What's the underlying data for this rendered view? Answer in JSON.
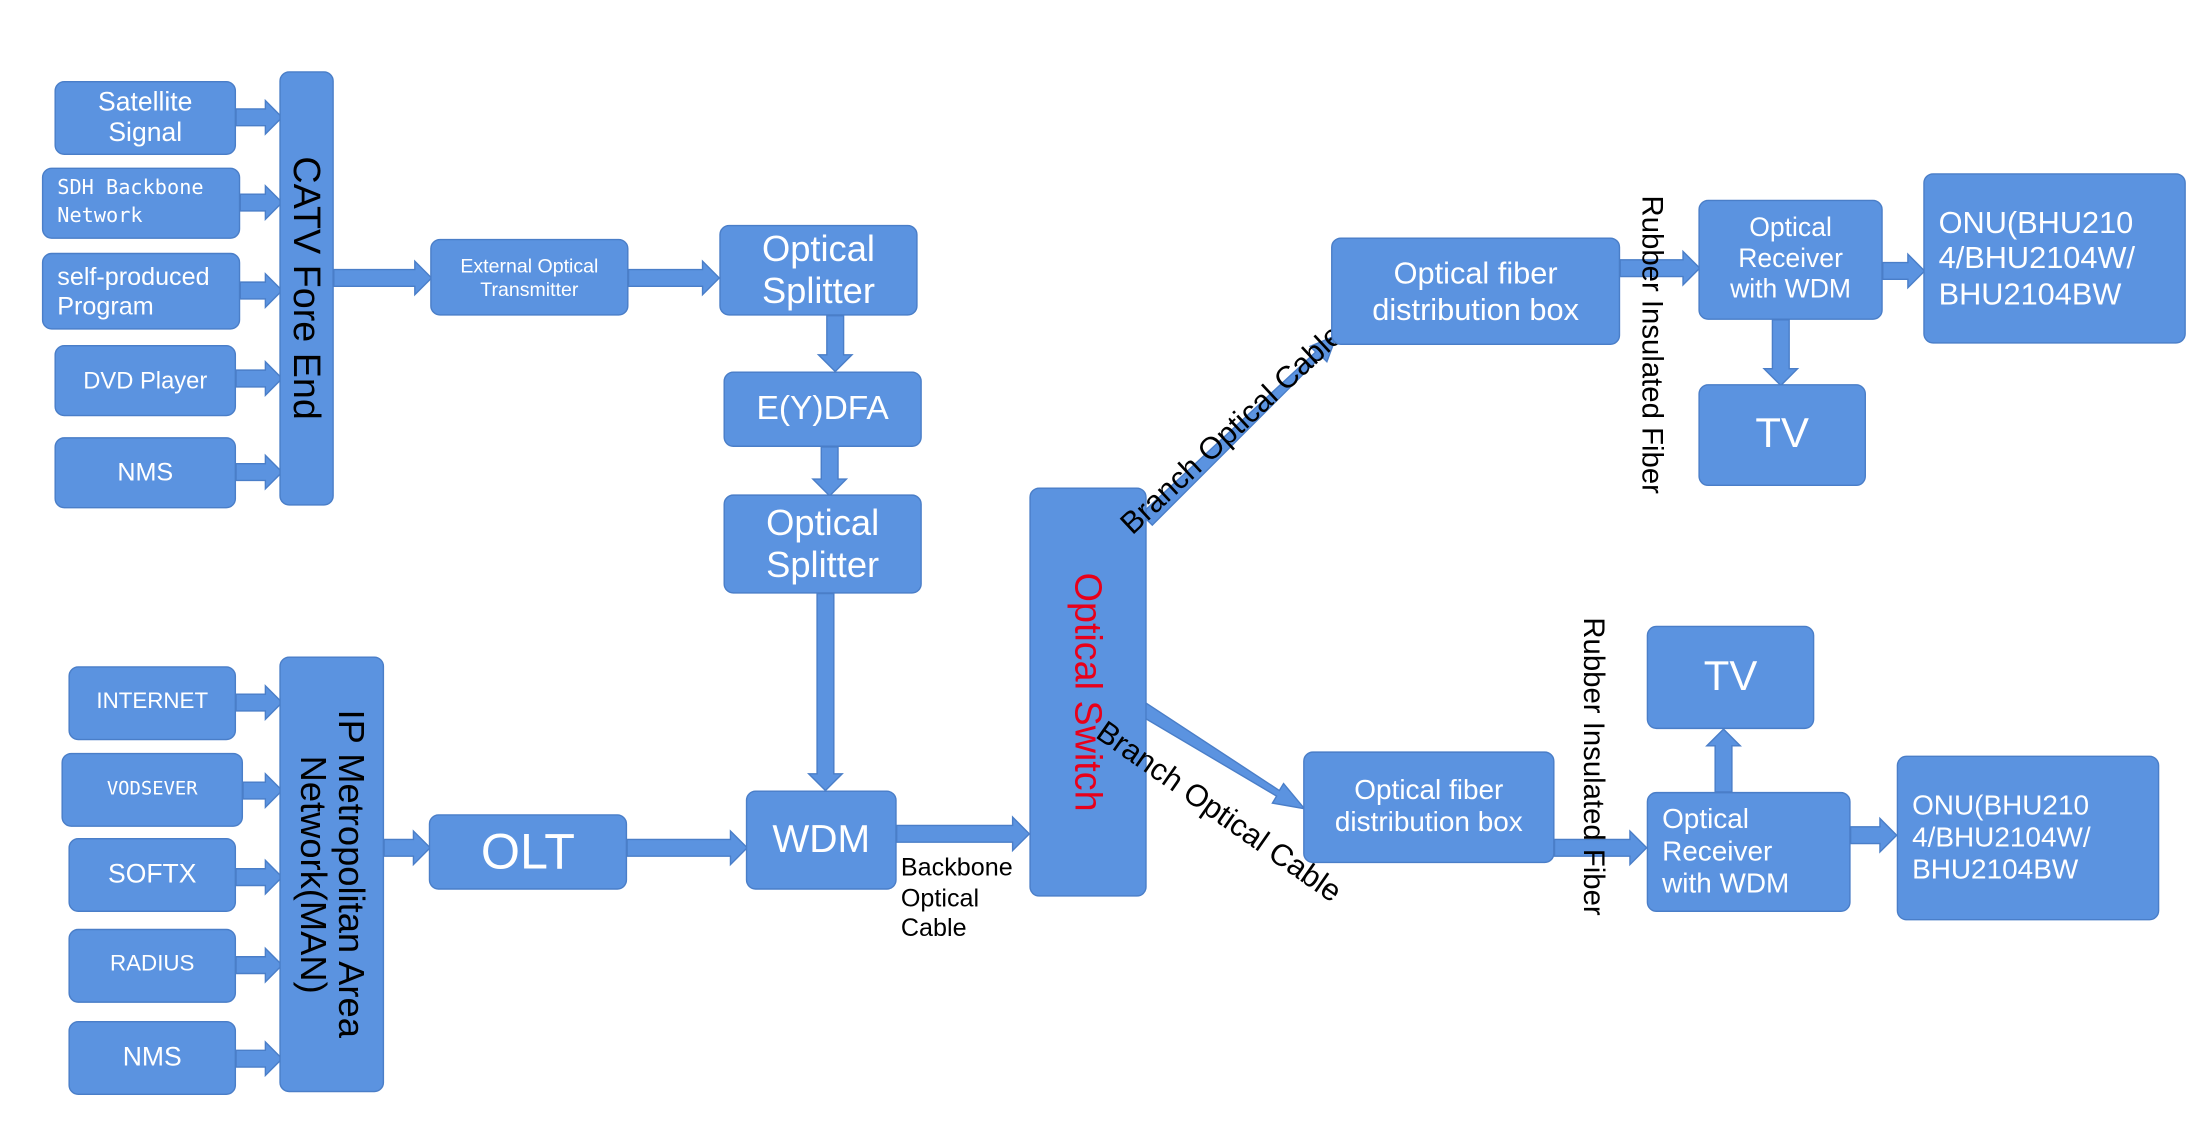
{
  "colors": {
    "box_fill": "#5b93e0",
    "box_border": "#4a7ec8",
    "text": "#ffffff",
    "highlight": "#e8001a",
    "label": "#000000"
  },
  "catv": {
    "sources": [
      "Satellite\nSignal",
      "SDH Backbone\nNetwork",
      "self-produced\nProgram",
      "DVD Player",
      "NMS"
    ],
    "fore_end": "CATV Fore End",
    "transmitter": "External Optical\nTransmitter",
    "splitter_1": "Optical\nSplitter",
    "edfa": "E(Y)DFA",
    "splitter_2": "Optical\nSplitter"
  },
  "ip": {
    "sources": [
      "INTERNET",
      "VODSEVER",
      "SOFTX",
      "RADIUS",
      "NMS"
    ],
    "man": "IP Metropolitan Area\nNetwork(MAN)",
    "olt": "OLT",
    "wdm": "WDM"
  },
  "backbone_label": "Backbone\nOptical\nCable",
  "optical_switch": "Optical Switch",
  "branch_label_top": "Branch Optical Cable",
  "branch_label_bottom": "Branch Optical Cable",
  "top_branch": {
    "distribution_box": "Optical fiber\ndistribution box",
    "fiber_label": "Rubber Insulated Fiber",
    "receiver": "Optical\nReceiver\nwith WDM",
    "tv": "TV",
    "onu": "ONU(BHU210\n4/BHU2104W/\nBHU2104BW"
  },
  "bottom_branch": {
    "distribution_box": "Optical fiber\ndistribution box",
    "fiber_label": "Rubber Insulated Fiber",
    "receiver": "Optical\nReceiver\nwith WDM",
    "tv": "TV",
    "onu": "ONU(BHU210\n4/BHU2104W/\nBHU2104BW"
  }
}
